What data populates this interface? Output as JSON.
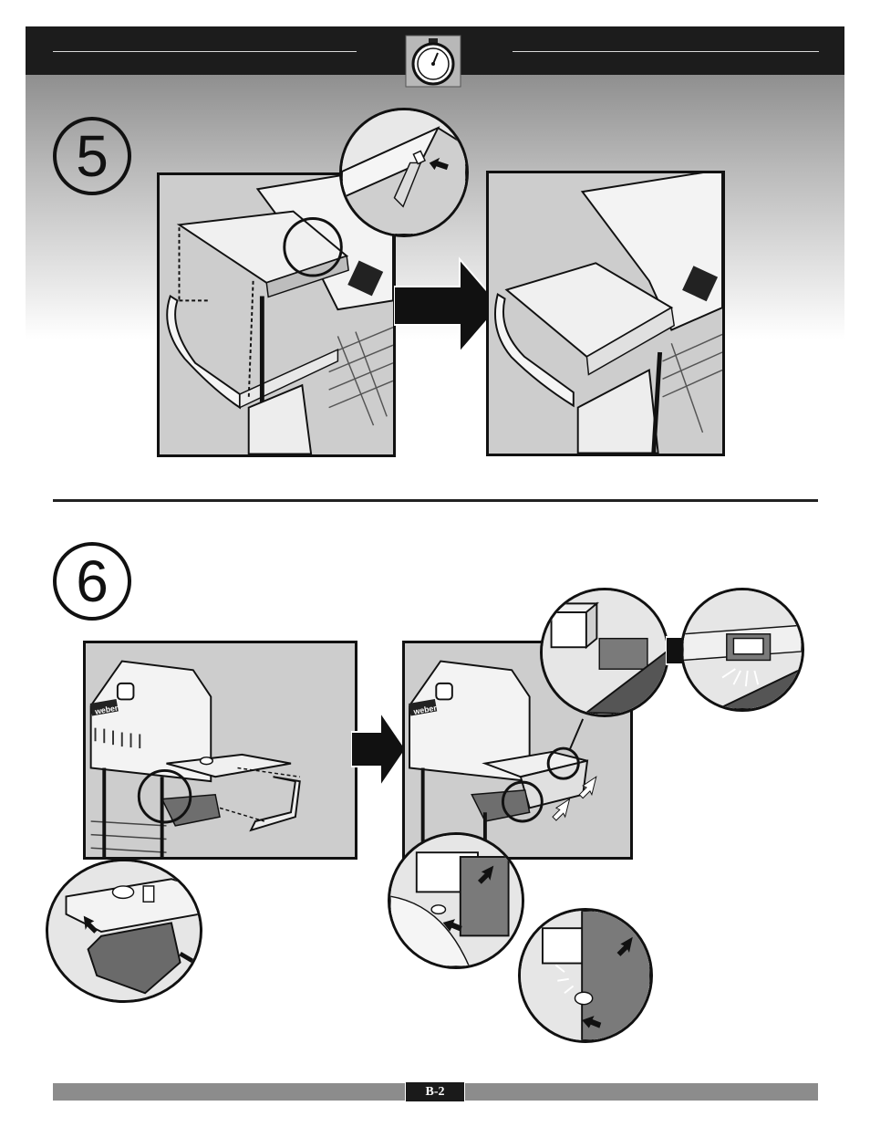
{
  "header": {
    "icon": "stopwatch-icon"
  },
  "steps": [
    {
      "number": "5"
    },
    {
      "number": "6"
    }
  ],
  "brand": {
    "logo_text": "weber"
  },
  "footer": {
    "page_label": "B-2"
  },
  "colors": {
    "header": "#1c1c1c",
    "footer_bar": "#8c8c8c",
    "panel_bg": "#cfcfcf"
  }
}
